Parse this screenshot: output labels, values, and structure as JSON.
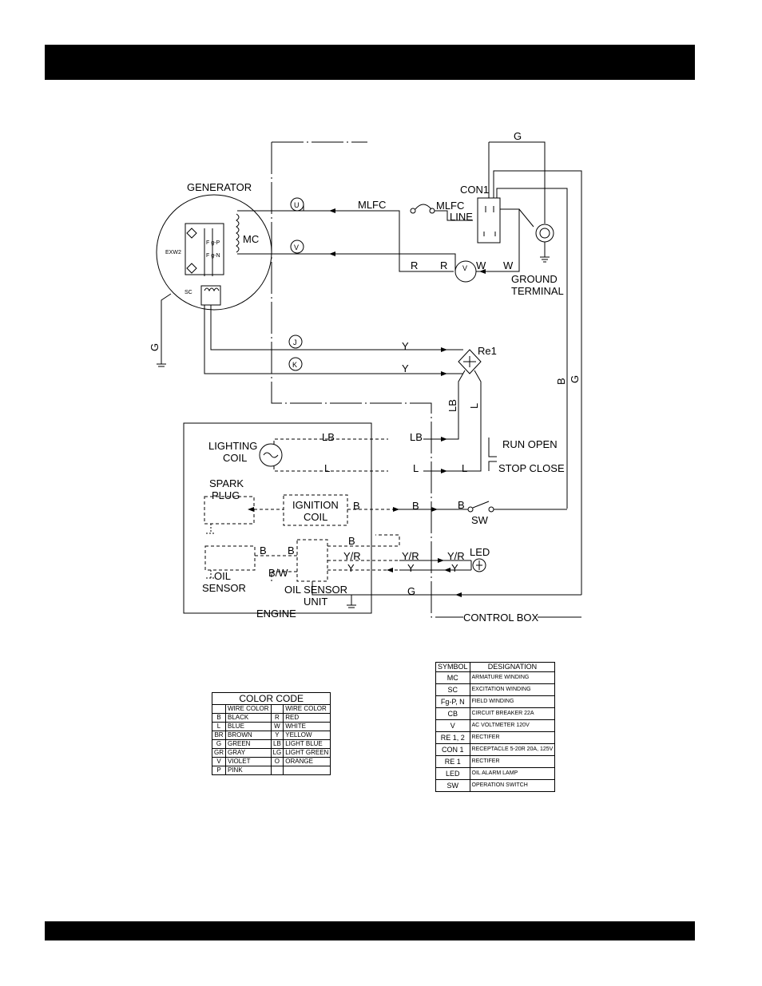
{
  "diagram": {
    "labels": {
      "generator": "GENERATOR",
      "mc": "MC",
      "exw2": "EXW2",
      "fgp": "F g-P",
      "fgn": "F g-N",
      "sc": "SC",
      "g_ground": "G",
      "mlfc1": "MLFC",
      "mlfc2": "MLFC",
      "line": "LINE",
      "con1": "CON1",
      "g_top": "G",
      "ground_terminal_1": "GROUND",
      "ground_terminal_2": "TERMINAL",
      "r1": "R",
      "r2": "R",
      "v": "V",
      "w1": "W",
      "w2": "W",
      "y1": "Y",
      "y2": "Y",
      "re1": "Re1",
      "lb_v": "LB",
      "l_v": "L",
      "b_v": "B",
      "g_v": "G",
      "terminal_u": "U",
      "terminal_v": "V",
      "terminal_j": "J",
      "terminal_k": "K",
      "lighting_coil_1": "LIGHTING",
      "lighting_coil_2": "COIL",
      "lb1": "LB",
      "lb2": "LB",
      "l1": "L",
      "l2": "L",
      "l3": "L",
      "run_open": "RUN OPEN",
      "stop_close": "STOP CLOSE",
      "spark_plug_1": "SPARK",
      "spark_plug_2": "PLUG",
      "ignition_coil_1": "IGNITION",
      "ignition_coil_2": "COIL",
      "b1": "B",
      "b2": "B",
      "b3": "B",
      "b4": "B",
      "b5": "B",
      "b6": "B",
      "sw": "SW",
      "yr1": "Y/R",
      "yr2": "Y/R",
      "yr3": "Y/R",
      "led": "LED",
      "y3": "Y",
      "y4": "Y",
      "y5": "Y",
      "bw": "B/W",
      "g_bottom": "G",
      "oil_sensor_1": "OIL",
      "oil_sensor_2": "SENSOR",
      "oil_sensor_unit_1": "OIL SENSOR",
      "oil_sensor_unit_2": "UNIT",
      "engine": "ENGINE",
      "control_box": "CONTROL BOX"
    }
  },
  "color_code": {
    "title": "COLOR CODE",
    "header": "WIRE COLOR",
    "rows": [
      {
        "c1": "B",
        "n1": "BLACK",
        "c2": "R",
        "n2": "RED"
      },
      {
        "c1": "L",
        "n1": "BLUE",
        "c2": "W",
        "n2": "WHITE"
      },
      {
        "c1": "BR",
        "n1": "BROWN",
        "c2": "Y",
        "n2": "YELLOW"
      },
      {
        "c1": "G",
        "n1": "GREEN",
        "c2": "LB",
        "n2": "LIGHT BLUE"
      },
      {
        "c1": "GR",
        "n1": "GRAY",
        "c2": "LG",
        "n2": "LIGHT GREEN"
      },
      {
        "c1": "V",
        "n1": "VIOLET",
        "c2": "O",
        "n2": "ORANGE"
      },
      {
        "c1": "P",
        "n1": "PINK",
        "c2": "",
        "n2": ""
      }
    ]
  },
  "symbols": {
    "header_symbol": "SYMBOL",
    "header_designation": "DESIGNATION",
    "rows": [
      {
        "symbol": "MC",
        "designation": "ARMATURE WINDING"
      },
      {
        "symbol": "SC",
        "designation": "EXCITATION WINDING"
      },
      {
        "symbol": "Fg-P, N",
        "designation": "FIELD WINDING"
      },
      {
        "symbol": "CB",
        "designation": "CIRCUIT BREAKER  22A"
      },
      {
        "symbol": "V",
        "designation": "AC VOLTMETER  120V"
      },
      {
        "symbol": "RE 1, 2",
        "designation": "RECTIFER"
      },
      {
        "symbol": "CON 1",
        "designation": "RECEPTACLE  5-20R  20A, 125V"
      },
      {
        "symbol": "RE 1",
        "designation": "RECTIFER"
      },
      {
        "symbol": "LED",
        "designation": "OIL ALARM LAMP"
      },
      {
        "symbol": "SW",
        "designation": "OPERATION SWITCH"
      }
    ]
  }
}
